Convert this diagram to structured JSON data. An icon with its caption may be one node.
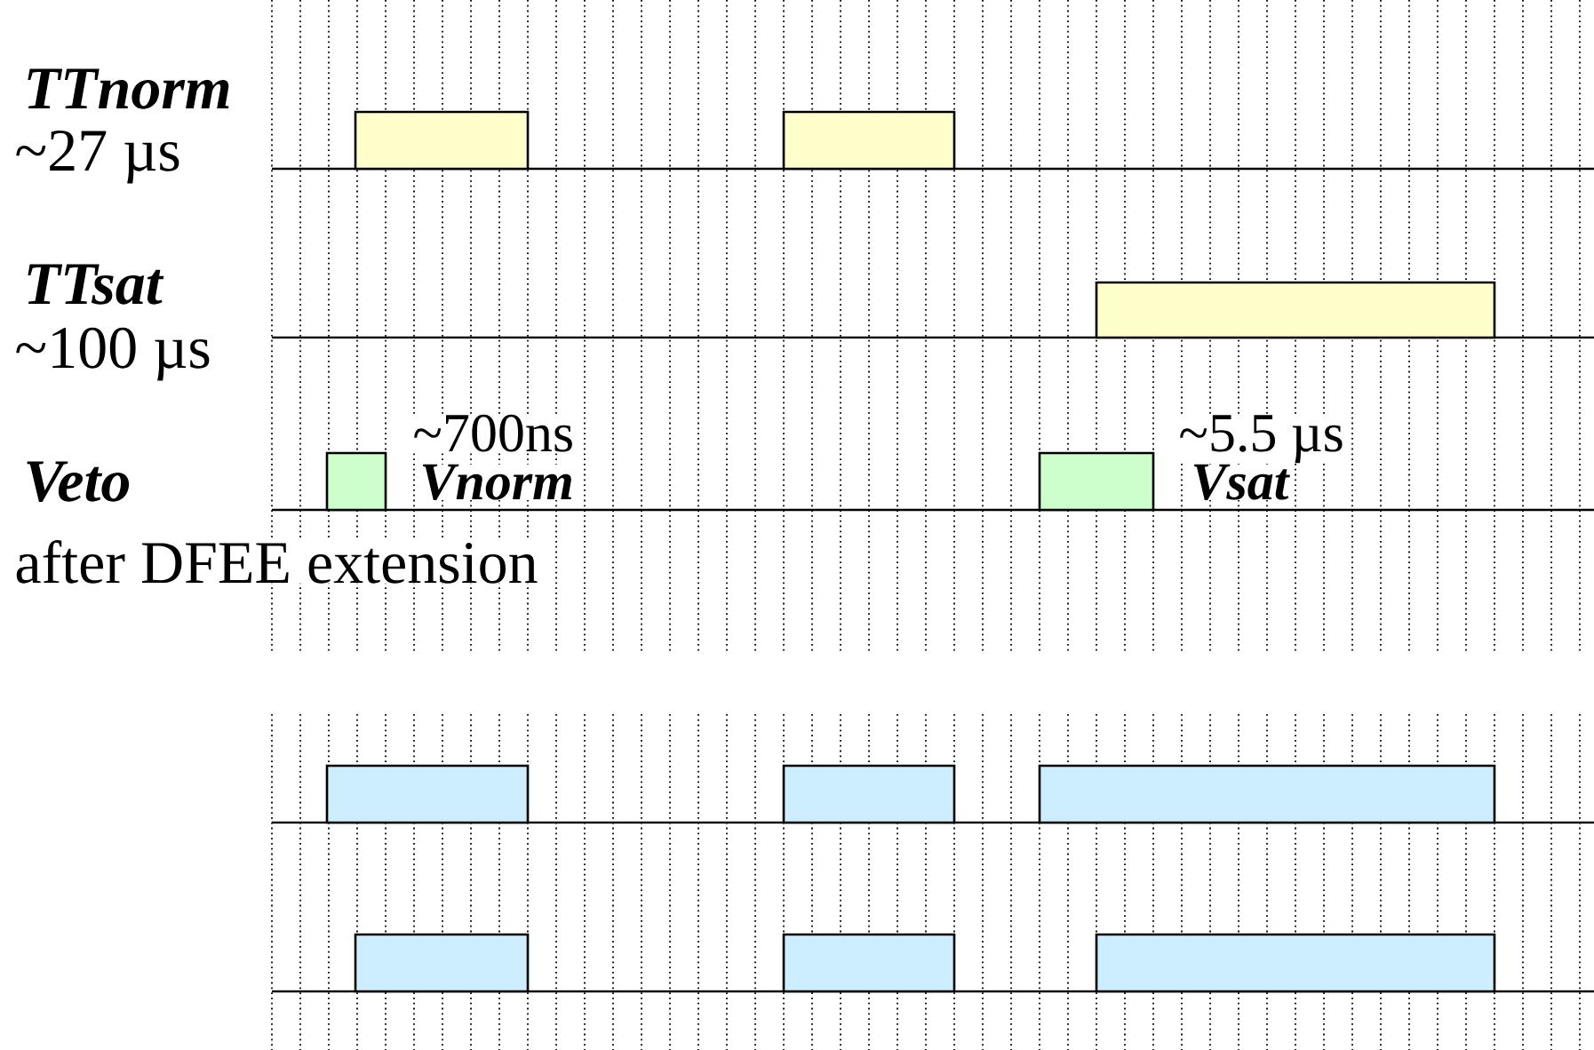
{
  "diagram": {
    "labels": [
      "TTnorm",
      "~27 µs",
      "TTsat",
      "~100 µs",
      "~700ns",
      "~5.5 µs",
      "Veto",
      "Vnorm",
      "Vsat",
      "after DFEE extension"
    ]
  }
}
